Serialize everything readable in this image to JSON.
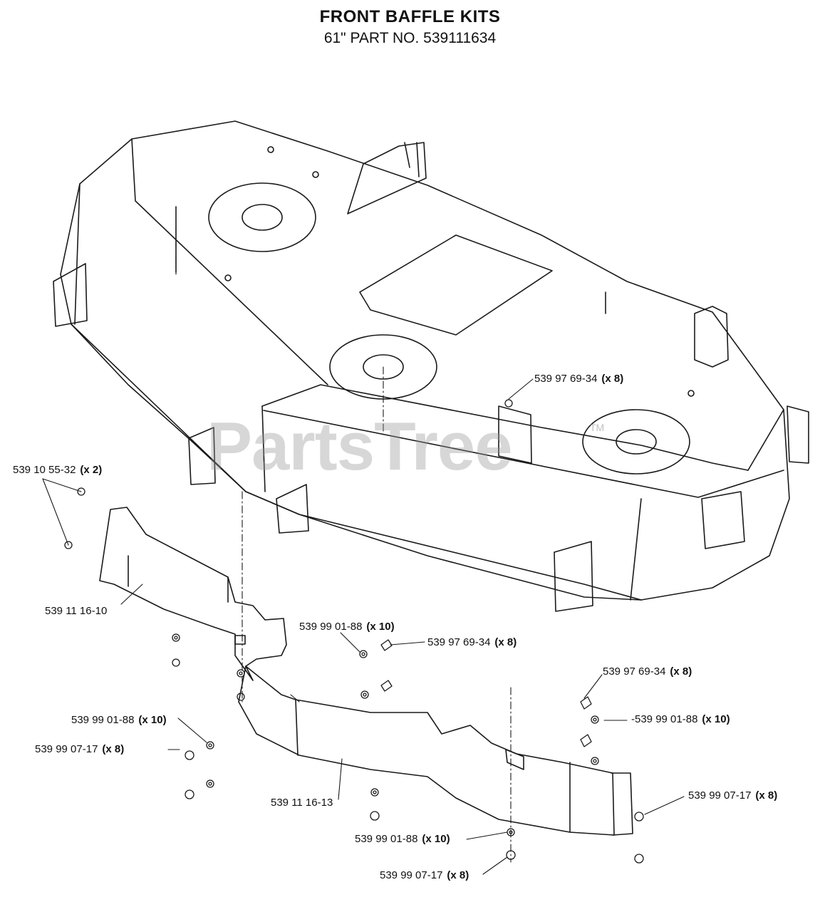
{
  "header": {
    "title": "FRONT BAFFLE KITS",
    "subtitle": "61\" PART NO. 539111634"
  },
  "watermark": {
    "text": "PartsTree",
    "tm": "TM"
  },
  "callouts": [
    {
      "part": "539 10 55-32",
      "qty": "(x 2)"
    },
    {
      "part": "539 11 16-10",
      "qty": ""
    },
    {
      "part": "539 97 69-34",
      "qty": "(x 8)"
    },
    {
      "part": "539 99 01-88",
      "qty": "(x 10)"
    },
    {
      "part": "539 97 69-34",
      "qty": "(x 8)"
    },
    {
      "part": "539 97 69-34",
      "qty": "(x 8)"
    },
    {
      "part": "-539 99 01-88",
      "qty": "(x 10)"
    },
    {
      "part": "539 99 01-88",
      "qty": "(x 10)"
    },
    {
      "part": "539 99 07-17",
      "qty": "(x 8)"
    },
    {
      "part": "539 11 16-13",
      "qty": ""
    },
    {
      "part": "539 99 07-17",
      "qty": "(x 8)"
    },
    {
      "part": "539 99 01-88",
      "qty": "(x 10)"
    },
    {
      "part": "539 99 07-17",
      "qty": "(x 8)"
    }
  ],
  "colors": {
    "line": "#1a1a1a",
    "watermark": "#969696"
  }
}
